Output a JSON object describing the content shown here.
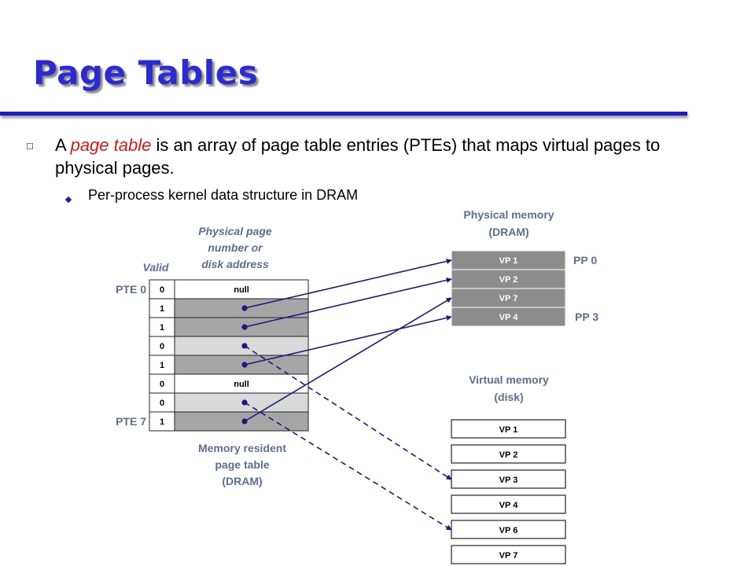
{
  "slide": {
    "title": "Page Tables",
    "bullet_main_prefix": "A ",
    "bullet_main_emphasis": "page table",
    "bullet_main_suffix": " is an array of page table entries (PTEs) that maps virtual pages to physical pages.",
    "bullet_sub": "Per-process kernel data structure in DRAM"
  },
  "diagram": {
    "valid_label": "Valid",
    "ppn_label": [
      "Physical page",
      "number or",
      "disk address"
    ],
    "pte_first_label": "PTE 0",
    "pte_last_label": "PTE 7",
    "pte_rows": [
      {
        "valid": "0",
        "content": "null"
      },
      {
        "valid": "1",
        "content": ""
      },
      {
        "valid": "1",
        "content": ""
      },
      {
        "valid": "0",
        "content": ""
      },
      {
        "valid": "1",
        "content": ""
      },
      {
        "valid": "0",
        "content": "null"
      },
      {
        "valid": "0",
        "content": ""
      },
      {
        "valid": "1",
        "content": ""
      }
    ],
    "page_table_caption": [
      "Memory resident",
      "page table",
      "(DRAM)"
    ],
    "physical_memory_caption": [
      "Physical memory",
      "(DRAM)"
    ],
    "physical_pages": [
      "VP 1",
      "VP 2",
      "VP 7",
      "VP 4"
    ],
    "pp_first_label": "PP 0",
    "pp_last_label": "PP 3",
    "virtual_memory_caption": [
      "Virtual memory",
      "(disk)"
    ],
    "disk_pages": [
      "VP 1",
      "VP 2",
      "VP 3",
      "VP 4",
      "VP 6",
      "VP 7"
    ]
  },
  "colors": {
    "title": "#2b2bd3",
    "rule": "#1c1cc4",
    "emphasis": "#e01616",
    "label": "#5b6e94",
    "resident_row": "#a6a6a6",
    "disk_row": "#d9d9d9",
    "physical_page_fill": "#8c8c8c",
    "arrow": "#1a1a80"
  }
}
